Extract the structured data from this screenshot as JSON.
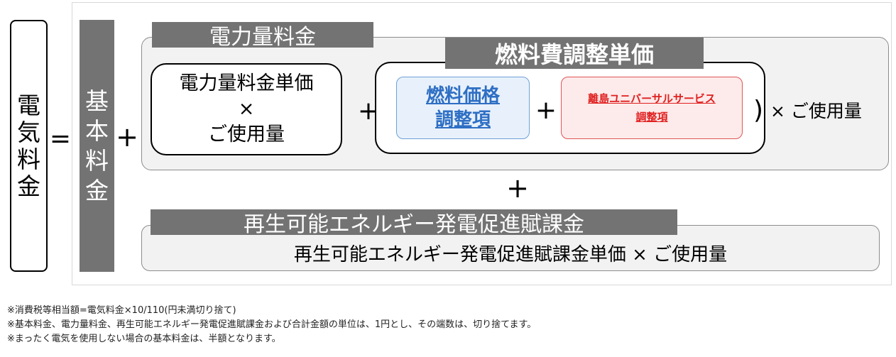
{
  "electricity_fee": {
    "chars": [
      "電",
      "気",
      "料",
      "金"
    ]
  },
  "equals_sign": "=",
  "basic_fee": {
    "chars": [
      "基",
      "本",
      "料",
      "金"
    ]
  },
  "plus_sign": "+",
  "energy_fee": {
    "title": "電力量料金",
    "unit_line1": "電力量料金単価",
    "unit_line2": "×",
    "unit_line3": "ご使用量",
    "plus_paren": "+(",
    "fuel_adjustment": {
      "title": "燃料費調整単価",
      "fuel_price_line1": "燃料価格",
      "fuel_price_line2": "調整項",
      "inner_plus": "+",
      "island_line1": "離島ユニバーサルサービス",
      "island_line2": "調整項"
    },
    "close_paren": ")",
    "times_usage": "× ご使用量"
  },
  "middle_plus": "+",
  "renewable": {
    "title": "再生可能エネルギー発電促進賦課金",
    "formula": "再生可能エネルギー発電促進賦課金単価 × ご使用量"
  },
  "notes": [
    "※消費税等相当額=電気料金×10/110(円未満切り捨て)",
    "※基本料金、電力量料金、再生可能エネルギー発電促進賦課金および合計金額の単位は、1円とし、その端数は、切り捨てます。",
    "※まったく電気を使用しない場合の基本料金は、半額となります。"
  ],
  "colors": {
    "title_bar": "#737373",
    "panel_bg": "#f2f2f2",
    "fuel_price_text": "#2e6fc4",
    "fuel_price_bg": "#e8f1fb",
    "island_text": "#e02020",
    "island_bg": "#fdeaea"
  }
}
